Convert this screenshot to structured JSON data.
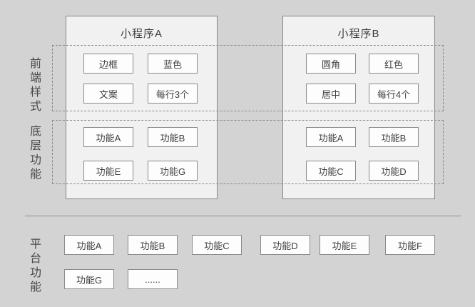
{
  "diagram": {
    "programs": [
      {
        "title": "小程序A",
        "styles": [
          "边框",
          "蓝色",
          "文案",
          "每行3个"
        ],
        "functions": [
          "功能A",
          "功能B",
          "功能E",
          "功能G"
        ]
      },
      {
        "title": "小程序B",
        "styles": [
          "圆角",
          "红色",
          "居中",
          "每行4个"
        ],
        "functions": [
          "功能A",
          "功能B",
          "功能C",
          "功能D"
        ]
      }
    ],
    "row_labels": [
      "前端样式",
      "底层功能",
      "平台功能"
    ],
    "platform_row1": [
      "功能A",
      "功能B",
      "功能C",
      "功能D",
      "功能E",
      "功能F"
    ],
    "platform_row2": [
      "功能G",
      "......"
    ],
    "colors": {
      "background": "#d3d3d3",
      "panel_fill": "#f1f1f1",
      "chip_fill": "#fdfdfd",
      "border": "#868686",
      "text": "#3f3f3f"
    }
  }
}
